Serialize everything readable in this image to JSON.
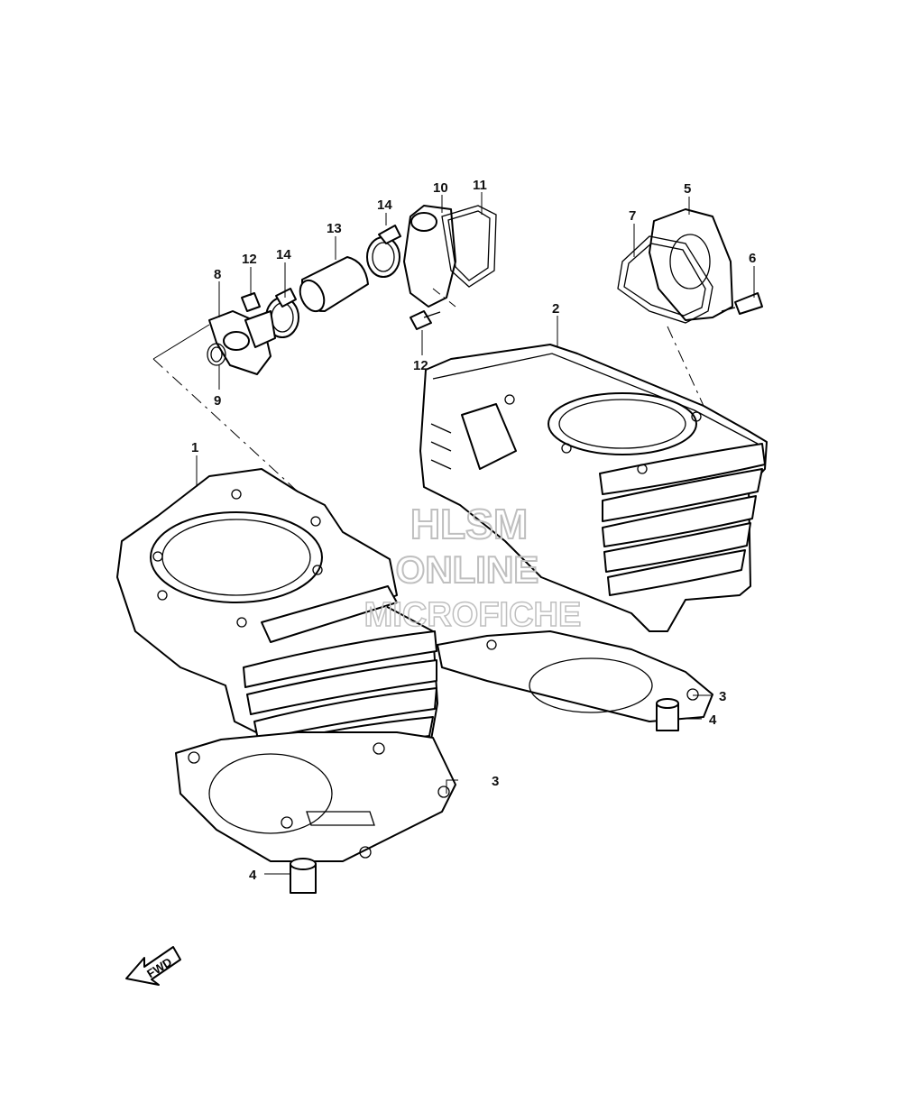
{
  "callouts": [
    {
      "id": "c1",
      "text": "1"
    },
    {
      "id": "c2",
      "text": "2"
    },
    {
      "id": "c3a",
      "text": "3"
    },
    {
      "id": "c3b",
      "text": "3"
    },
    {
      "id": "c4a",
      "text": "4"
    },
    {
      "id": "c4b",
      "text": "4"
    },
    {
      "id": "c5",
      "text": "5"
    },
    {
      "id": "c6",
      "text": "6"
    },
    {
      "id": "c7",
      "text": "7"
    },
    {
      "id": "c8",
      "text": "8"
    },
    {
      "id": "c9",
      "text": "9"
    },
    {
      "id": "c10",
      "text": "10"
    },
    {
      "id": "c11",
      "text": "11"
    },
    {
      "id": "c12a",
      "text": "12"
    },
    {
      "id": "c12b",
      "text": "12"
    },
    {
      "id": "c13",
      "text": "13"
    },
    {
      "id": "c14a",
      "text": "14"
    },
    {
      "id": "c14b",
      "text": "14"
    }
  ],
  "watermark": {
    "line1": "HLSM",
    "line2": "ONLINE",
    "line3": "MICROFICHE"
  },
  "fwd_label": "FWD",
  "colors": {
    "ink": "#000000",
    "watermark": "#bfbfbf",
    "background": "#ffffff"
  }
}
